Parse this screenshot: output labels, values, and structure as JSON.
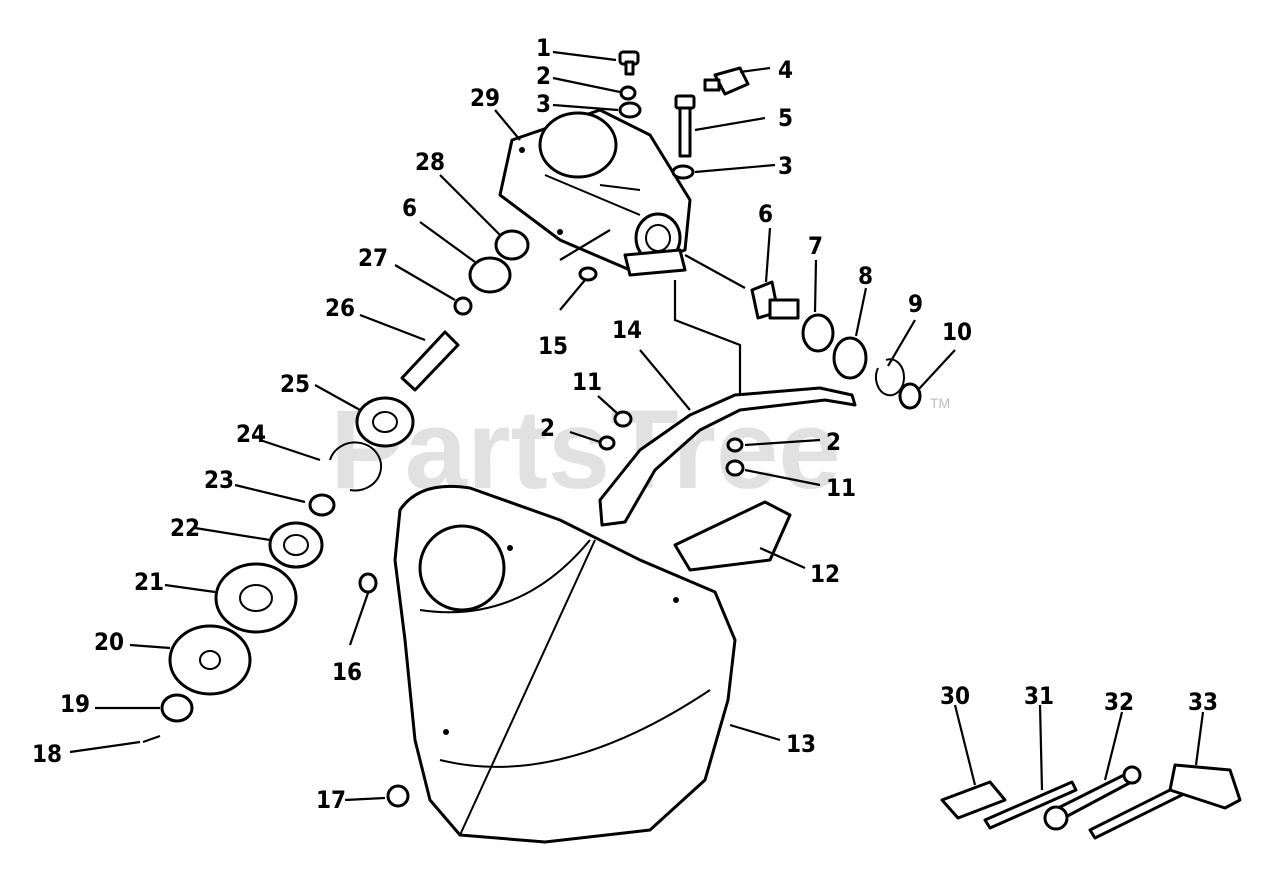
{
  "watermark": {
    "text": "PartsTree",
    "trademark": "TM"
  },
  "callouts": {
    "c1": "1",
    "c2a": "2",
    "c3a": "3",
    "c4": "4",
    "c5": "5",
    "c3b": "3",
    "c29": "29",
    "c28": "28",
    "c6a": "6",
    "c27": "27",
    "c26": "26",
    "c6b": "6",
    "c7": "7",
    "c8": "8",
    "c9": "9",
    "c10": "10",
    "c15": "15",
    "c14": "14",
    "c11a": "11",
    "c2b": "2",
    "c2c": "2",
    "c11b": "11",
    "c25": "25",
    "c24": "24",
    "c23": "23",
    "c22": "22",
    "c21": "21",
    "c20": "20",
    "c19": "19",
    "c18": "18",
    "c16": "16",
    "c12": "12",
    "c13": "13",
    "c17": "17",
    "c30": "30",
    "c31": "31",
    "c32": "32",
    "c33": "33"
  }
}
